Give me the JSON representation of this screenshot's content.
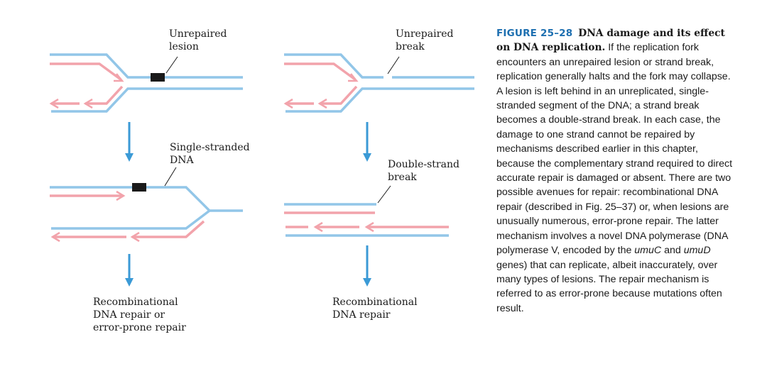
{
  "figure": {
    "labels": {
      "unrepaired_lesion": [
        "Unrepaired",
        "lesion"
      ],
      "unrepaired_break": [
        "Unrepaired",
        "break"
      ],
      "single_stranded_dna": [
        "Single-stranded",
        "DNA"
      ],
      "double_strand_break": [
        "Double-strand",
        "break"
      ],
      "outcome_left": [
        "Recombinational",
        "DNA repair or",
        "error-prone repair"
      ],
      "outcome_right": [
        "Recombinational",
        "DNA repair"
      ]
    },
    "colors": {
      "template_strand": "#92c6e8",
      "new_strand": "#f2a3ab",
      "arrow": "#3b9ad6",
      "lesion": "#1a1a1a"
    }
  },
  "caption": {
    "figure_number": "FIGURE 25–28",
    "title": "DNA damage and its effect on DNA replication.",
    "text_1": " If the replication fork encounters an unrepaired lesion or strand break, replication generally halts and the fork may collapse. A lesion is left behind in an unreplicated, single-stranded segment of the DNA; a strand break becomes a double-strand break. In each case, the damage to one strand cannot be repaired by mechanisms described earlier in this chapter, because the complementary strand required to direct accurate repair is damaged or absent. There are two possible avenues for repair: recombinational DNA repair (described in Fig. 25–37) or, when lesions are unusually numerous, error-prone repair. The latter mechanism involves a novel DNA poly­merase (DNA polymerase V, encoded by the ",
    "gene_1": "umuC",
    "text_2": " and ",
    "gene_2": "umuD",
    "text_3": " genes) that can replicate, albeit inaccurately, over many types of lesions. The repair mechanism is referred to as error-prone because mutations often result."
  }
}
